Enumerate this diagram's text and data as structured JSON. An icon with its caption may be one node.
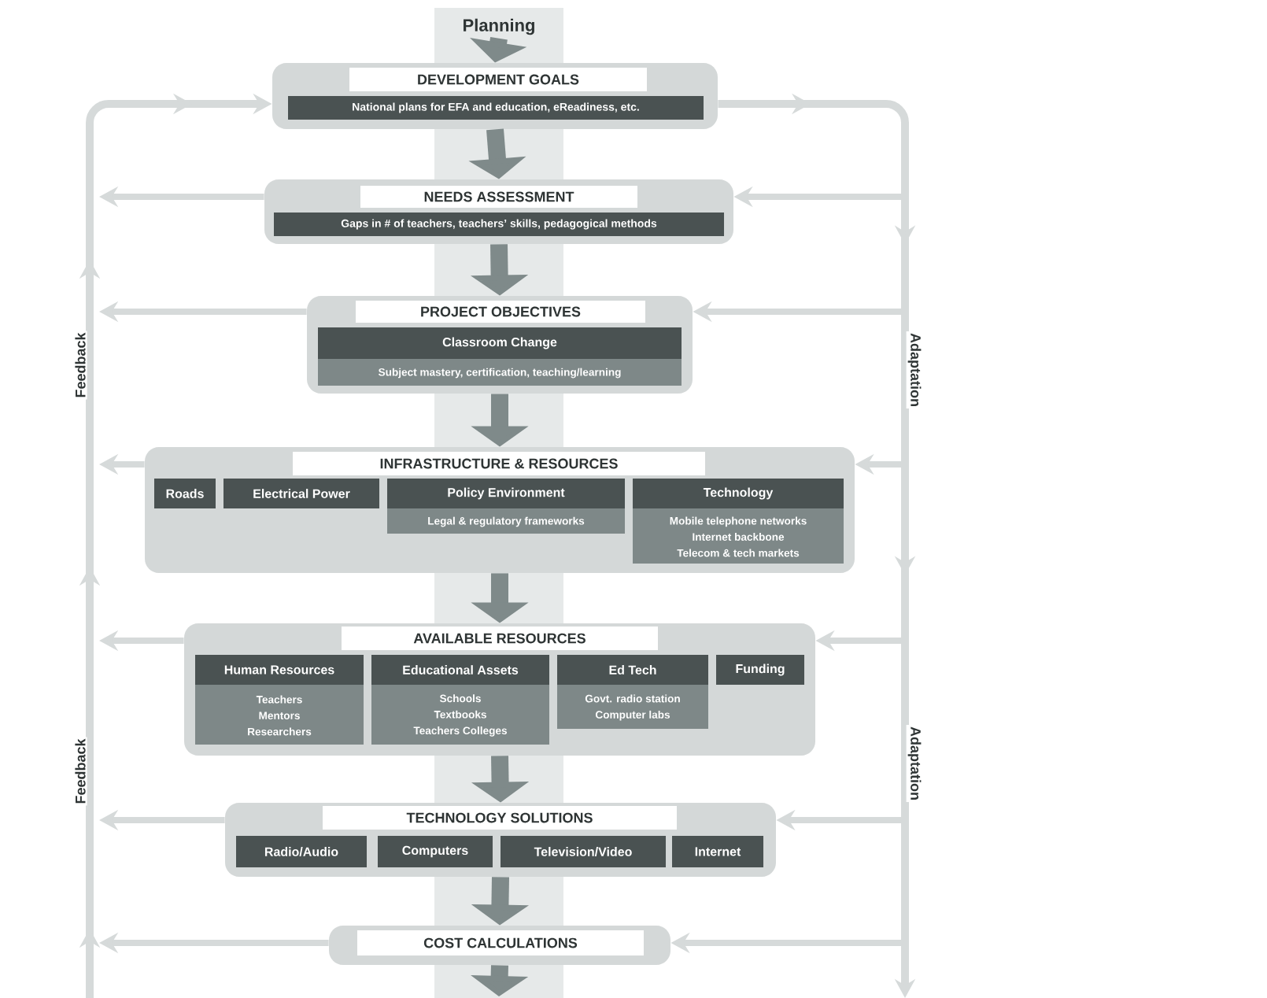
{
  "diagram": {
    "nodes": [
      {
        "text": [
          "Planning"
        ]
      },
      {
        "text": [
          "DEVELOPMENT GOALS"
        ]
      },
      {
        "text": [
          "National plans for EFA and education, eReadiness, etc."
        ],
        "in": 1
      },
      {
        "text": [
          "NEEDS ASSESSMENT"
        ]
      },
      {
        "text": [
          "Gaps in # of teachers, teachers’ skills, pedagogical methods"
        ],
        "in": 3
      },
      {
        "text": [
          "PROJECT OBJECTIVES"
        ]
      },
      {
        "text": [
          "Classroom Change",
          "Subject mastery, certification, teaching/learning"
        ],
        "in": 5
      },
      {
        "text": [
          "INFRASTRUCTURE & RESOURCES"
        ]
      },
      {
        "text": [
          "Roads"
        ],
        "in": 7
      },
      {
        "text": [
          "Electrical Power"
        ],
        "in": 7
      },
      {
        "text": [
          "Policy Environment",
          "Legal & regulatory frameworks"
        ],
        "in": 7
      },
      {
        "text": [
          "Technology",
          "Mobile telephone networks",
          "Internet backbone",
          "Telecom & tech markets"
        ],
        "in": 7
      },
      {
        "text": [
          "AVAILABLE RESOURCES"
        ]
      },
      {
        "text": [
          "Human Resources",
          "Teachers",
          "Mentors",
          "Researchers"
        ],
        "in": 12
      },
      {
        "text": [
          "Educational Assets",
          "Schools",
          "Textbooks",
          "Teachers Colleges"
        ],
        "in": 12
      },
      {
        "text": [
          "Ed Tech",
          "Govt. radio station",
          "Computer labs"
        ],
        "in": 12
      },
      {
        "text": [
          "Funding"
        ],
        "in": 12
      },
      {
        "text": [
          "TECHNOLOGY SOLUTIONS"
        ]
      },
      {
        "text": [
          "Radio/Audio"
        ],
        "in": 17
      },
      {
        "text": [
          "Computers"
        ],
        "in": 17
      },
      {
        "text": [
          "Television/Video"
        ],
        "in": 17
      },
      {
        "text": [
          "Internet"
        ],
        "in": 17
      },
      {
        "text": [
          "COST CALCULATIONS"
        ]
      }
    ],
    "edges": [
      {
        "from": 0,
        "to": 1,
        "arrow": "to",
        "style": "thick",
        "color": "#7f8a8a"
      },
      {
        "from": 1,
        "to": 3,
        "arrow": "to",
        "style": "thick",
        "color": "#7f8a8a"
      },
      {
        "from": 3,
        "to": 5,
        "arrow": "to",
        "style": "thick",
        "color": "#7f8a8a"
      },
      {
        "from": 5,
        "to": 7,
        "arrow": "to",
        "style": "thick",
        "color": "#7f8a8a"
      },
      {
        "from": 7,
        "to": 12,
        "arrow": "to",
        "style": "thick",
        "color": "#7f8a8a"
      },
      {
        "from": 12,
        "to": 17,
        "arrow": "to",
        "style": "thick",
        "color": "#7f8a8a"
      },
      {
        "from": 17,
        "to": 22,
        "arrow": "to",
        "style": "thick",
        "color": "#7f8a8a"
      },
      {
        "from": 22,
        "to": null,
        "arrow": "to",
        "style": "thick",
        "color": "#7f8a8a"
      },
      {
        "from": null,
        "to": 1,
        "arrow": "to"
      },
      {
        "from": 1,
        "to": null,
        "arrow": "to"
      },
      {
        "from": 3,
        "to": null,
        "arrow": "to"
      },
      {
        "from": 5,
        "to": null,
        "arrow": "to"
      },
      {
        "from": 7,
        "to": null,
        "arrow": "to"
      },
      {
        "from": 12,
        "to": null,
        "arrow": "to"
      },
      {
        "from": 17,
        "to": null,
        "arrow": "to"
      },
      {
        "from": 22,
        "to": null,
        "arrow": "to"
      },
      {
        "from": null,
        "to": 3,
        "arrow": "to"
      },
      {
        "from": null,
        "to": 5,
        "arrow": "to"
      },
      {
        "from": null,
        "to": 7,
        "arrow": "to"
      },
      {
        "from": null,
        "to": 12,
        "arrow": "to"
      },
      {
        "from": null,
        "to": 17,
        "arrow": "to"
      },
      {
        "from": null,
        "to": 22,
        "arrow": "to"
      }
    ],
    "labels": [
      "Feedback",
      "Adaptation",
      "Feedback",
      "Adaptation"
    ]
  }
}
